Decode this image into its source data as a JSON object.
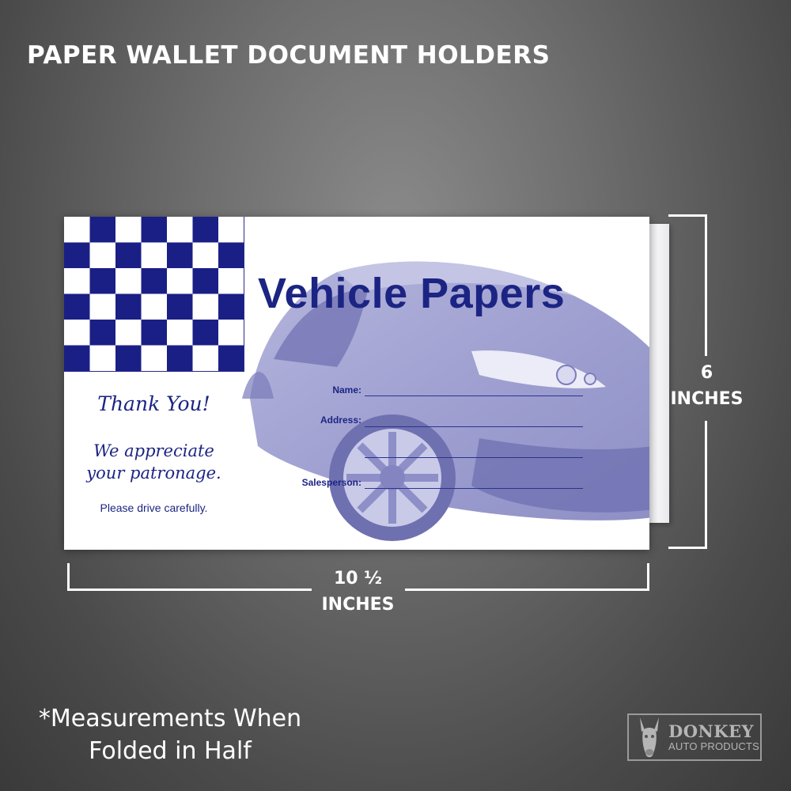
{
  "headline": "PAPER WALLET DOCUMENT HOLDERS",
  "card": {
    "title": "Vehicle Papers",
    "thank_you": "Thank You!",
    "appreciate_line1": "We appreciate",
    "appreciate_line2": "your patronage.",
    "drive_carefully": "Please drive carefully.",
    "fields": {
      "name": "Name:",
      "address": "Address:",
      "salesperson": "Salesperson:"
    },
    "colors": {
      "brand_blue": "#1c2483",
      "car_tint": "#8f90c9"
    }
  },
  "dimensions": {
    "height_value": "6",
    "height_unit": "INCHES",
    "width_value": "10 ½",
    "width_unit": "INCHES"
  },
  "footnote": {
    "line1": "*Measurements When",
    "line2": "Folded in Half"
  },
  "logo": {
    "name": "DONKEY",
    "tagline": "AUTO PRODUCTS",
    "icon": "donkey-head-icon"
  }
}
